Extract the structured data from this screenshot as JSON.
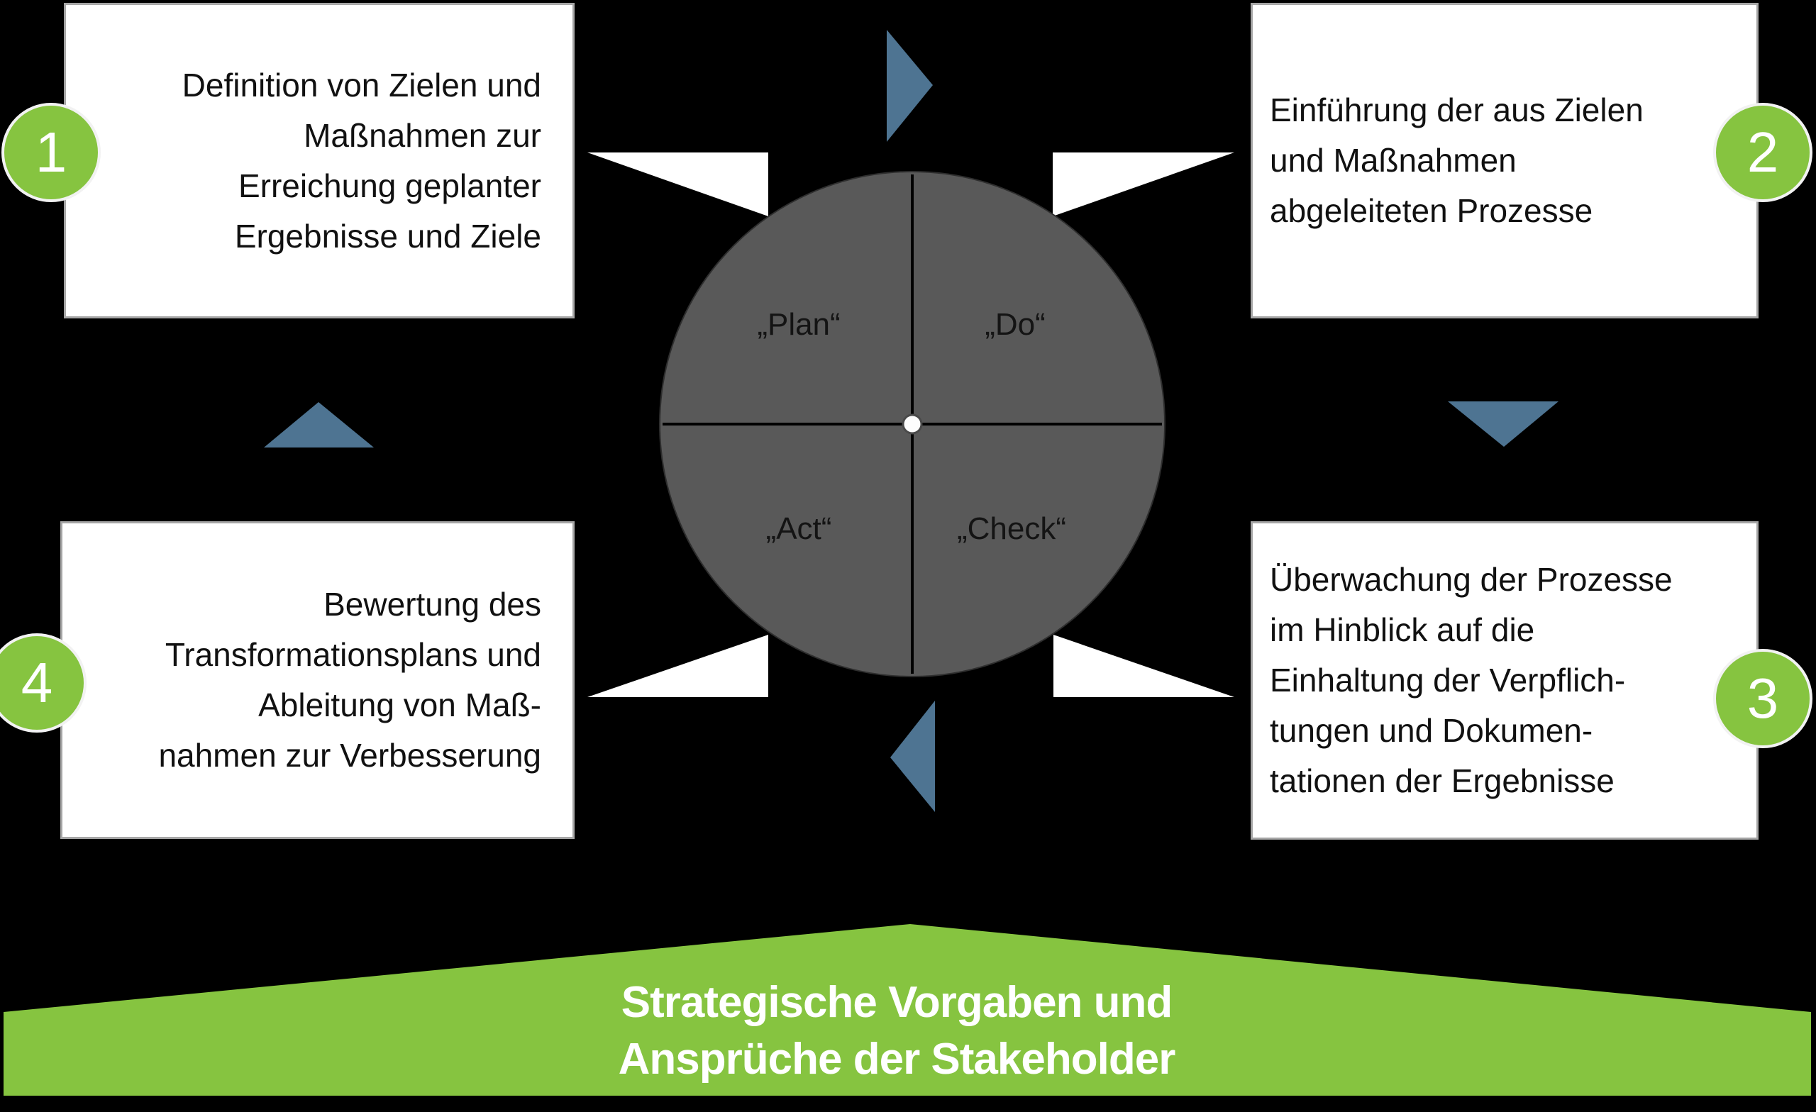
{
  "boxes": [
    {
      "number": "1",
      "align": "right",
      "lines": [
        "Definition von Zielen und",
        "Maßnahmen zur",
        "Erreichung geplanter",
        "Ergebnisse und Ziele"
      ]
    },
    {
      "number": "2",
      "align": "left",
      "lines": [
        "Einführung der aus Zielen",
        "und Maßnahmen",
        "abgeleiteten Prozesse"
      ]
    },
    {
      "number": "3",
      "align": "left",
      "lines": [
        "Überwachung der Prozesse",
        "im Hinblick auf die",
        "Einhaltung der Verpflich-",
        "tungen und Dokumen-",
        "tationen der Ergebnisse"
      ]
    },
    {
      "number": "4",
      "align": "right",
      "lines": [
        "Bewertung des",
        "Transformationsplans und",
        "Ableitung von Maß-",
        "nahmen zur Verbesserung"
      ]
    }
  ],
  "cycle": {
    "quadrants": [
      {
        "id": "plan",
        "label": "„Plan“"
      },
      {
        "id": "do",
        "label": "„Do“"
      },
      {
        "id": "act",
        "label": "„Act“"
      },
      {
        "id": "check",
        "label": "„Check“"
      }
    ]
  },
  "banner": {
    "line1": "Strategische Vorgaben und",
    "line2": "Ansprüche der Stakeholder"
  },
  "colors": {
    "green": "#86c440",
    "steel_blue": "#4e7492",
    "circle_gray": "#595959",
    "box_border": "#a6a6a6",
    "text_dark": "#111111",
    "white": "#ffffff"
  }
}
